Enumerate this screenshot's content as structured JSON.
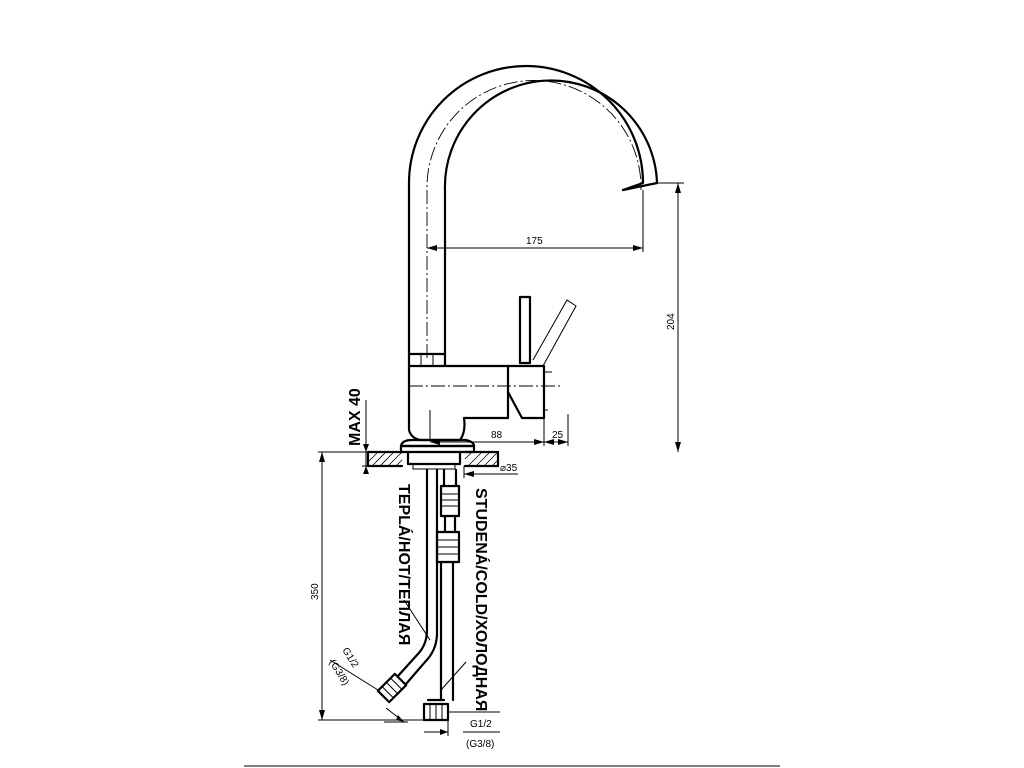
{
  "dimensions": {
    "spout_reach": "175",
    "height": "204",
    "body_length": "88",
    "lever_offset": "25",
    "max_thickness": "MAX 40",
    "hole_diameter": "⌀35",
    "hose_length": "350"
  },
  "labels": {
    "hot_hose": "TEPLÁ/HOT/ТЕПЛАЯ",
    "cold_hose": "STUDENÁ/COLD/ХОЛОДНАЯ",
    "thread_left_1": "G1/2",
    "thread_left_2": "(G3/8)",
    "thread_right_1": "G1/2",
    "thread_right_2": "(G3/8)"
  }
}
